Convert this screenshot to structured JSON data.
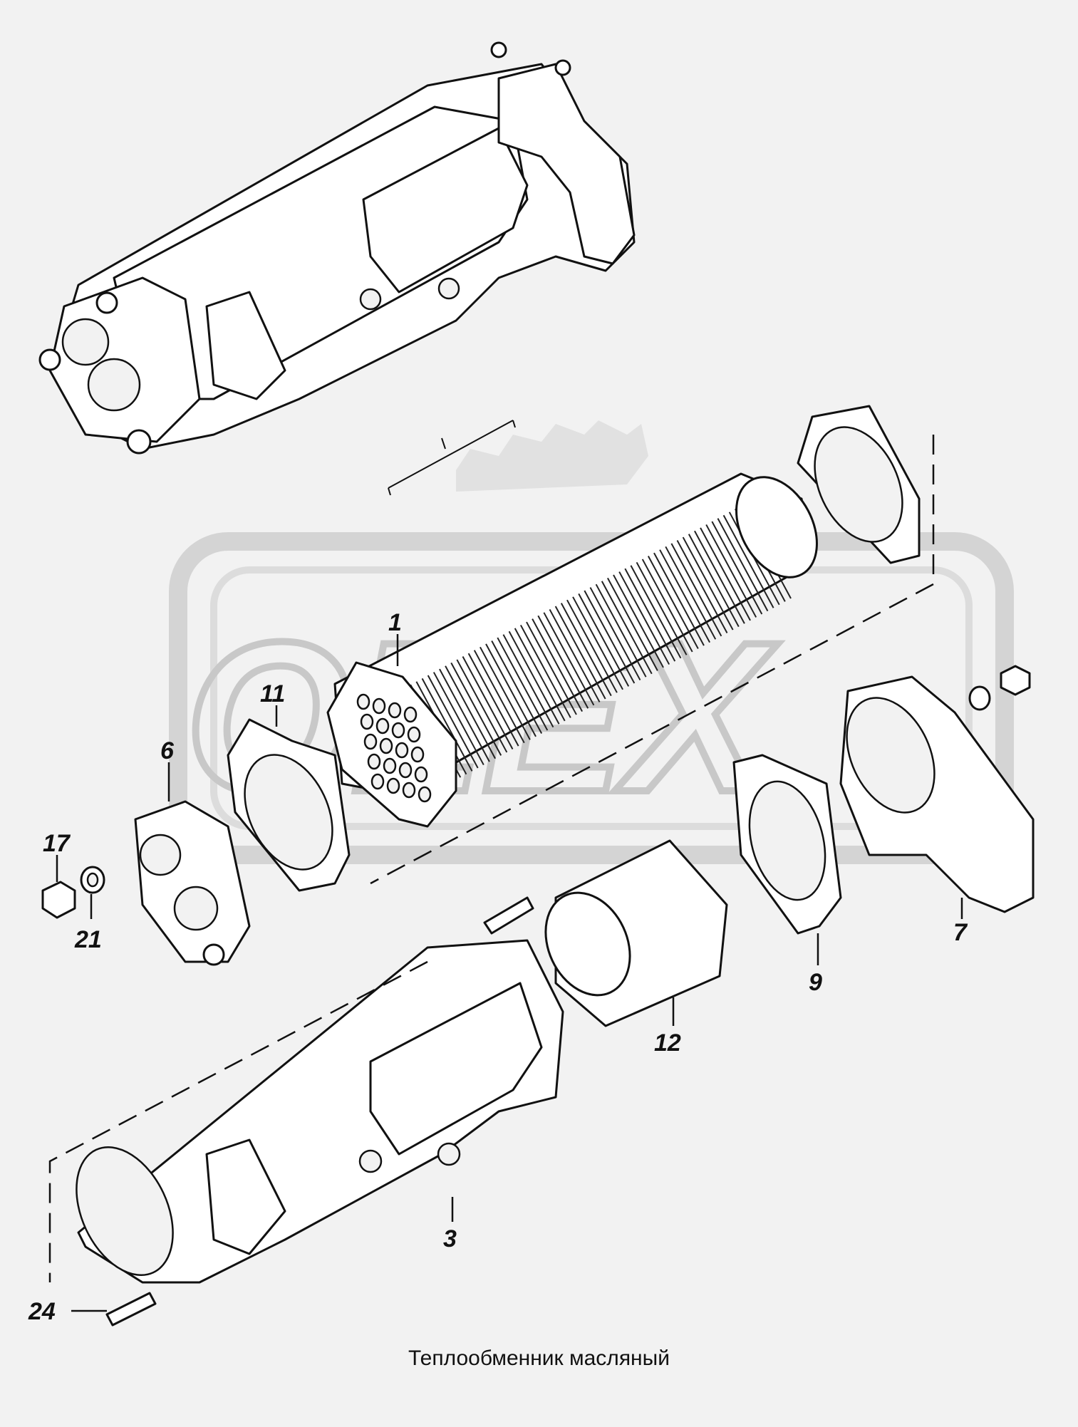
{
  "diagram": {
    "caption": "Теплообменник масляный",
    "watermark_text": "OLEX",
    "callouts": {
      "c1": "1",
      "c3": "3",
      "c6": "6",
      "c7": "7",
      "c9": "9",
      "c11": "11",
      "c12": "12",
      "c17": "17",
      "c21": "21",
      "c24": "24"
    }
  }
}
